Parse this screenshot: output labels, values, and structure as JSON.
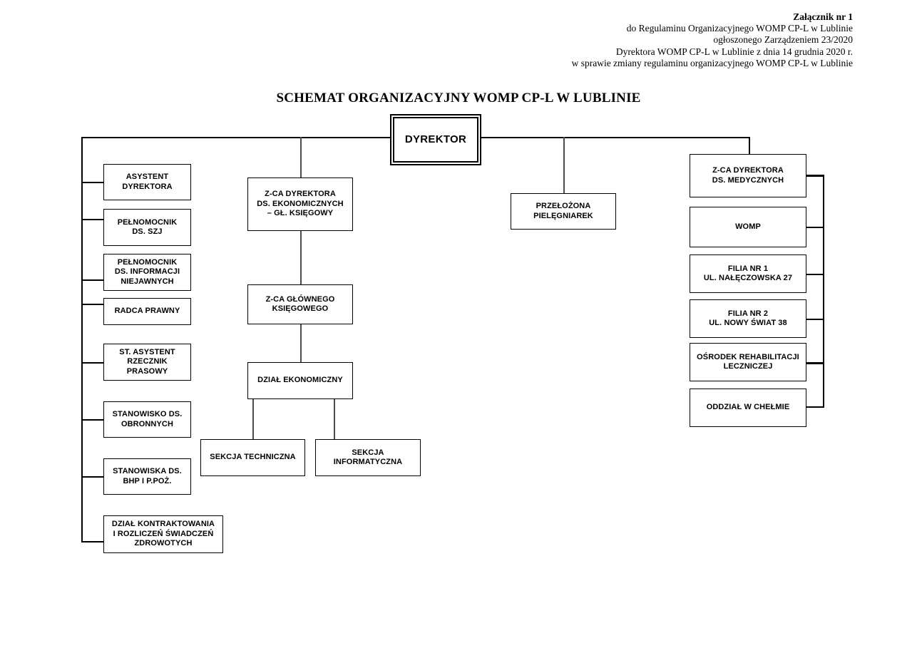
{
  "document": {
    "header_lines": [
      {
        "text": "Załącznik nr 1",
        "bold": true
      },
      {
        "text": "do Regulaminu Organizacyjnego WOMP CP-L w Lublinie",
        "bold": false
      },
      {
        "text": "ogłoszonego Zarządzeniem 23/2020",
        "bold": false
      },
      {
        "text": "Dyrektora WOMP CP-L w Lublinie z dnia 14 grudnia 2020 r.",
        "bold": false
      },
      {
        "text": "w sprawie zmiany regulaminu organizacyjnego WOMP CP-L w Lublinie",
        "bold": false
      }
    ],
    "title": "SCHEMAT ORGANIZACYJNY WOMP CP-L W LUBLINIE"
  },
  "chart_data": {
    "type": "diagram",
    "title": "SCHEMAT ORGANIZACYJNY WOMP CP-L W LUBLINIE",
    "root": "DYREKTOR",
    "nodes": [
      {
        "id": "dyrektor",
        "label": "DYREKTOR",
        "level": 0,
        "column": "center"
      },
      {
        "id": "asystent",
        "label": "ASYSTENT DYREKTORA",
        "lines": [
          "ASYSTENT",
          "DYREKTORA"
        ],
        "level": 1,
        "column": "left",
        "parent": "dyrektor"
      },
      {
        "id": "pelnsz",
        "label": "PEŁNOMOCNIK DS. SZJ",
        "lines": [
          "PEŁNOMOCNIK",
          "DS. SZJ"
        ],
        "level": 1,
        "column": "left",
        "parent": "dyrektor"
      },
      {
        "id": "pelninf",
        "label": "PEŁNOMOCNIK DS. INFORMACJI NIEJAWNYCH",
        "lines": [
          "PEŁNOMOCNIK",
          "DS. INFORMACJI",
          "NIEJAWNYCH"
        ],
        "level": 1,
        "column": "left",
        "parent": "dyrektor"
      },
      {
        "id": "radca",
        "label": "RADCA PRAWNY",
        "lines": [
          "RADCA PRAWNY"
        ],
        "level": 1,
        "column": "left",
        "parent": "dyrektor"
      },
      {
        "id": "rzecznik",
        "label": "ST. ASYSTENT RZECZNIK PRASOWY",
        "lines": [
          "ST. ASYSTENT",
          "RZECZNIK",
          "PRASOWY"
        ],
        "level": 1,
        "column": "left",
        "parent": "dyrektor"
      },
      {
        "id": "obronne",
        "label": "STANOWISKO DS. OBRONNYCH",
        "lines": [
          "STANOWISKO DS.",
          "OBRONNYCH"
        ],
        "level": 1,
        "column": "left",
        "parent": "dyrektor"
      },
      {
        "id": "bhp",
        "label": "STANOWISKA DS. BHP I P.POŻ.",
        "lines": [
          "STANOWISKA DS.",
          "BHP I P.POŻ."
        ],
        "level": 1,
        "column": "left",
        "parent": "dyrektor"
      },
      {
        "id": "kontrakty",
        "label": "DZIAŁ KONTRAKTOWANIA I ROZLICZEŃ ŚWIADCZEŃ ZDROWOTYCH",
        "lines": [
          "DZIAŁ KONTRAKTOWANIA",
          "I ROZLICZEŃ ŚWIADCZEŃ",
          "ZDROWOTYCH"
        ],
        "level": 1,
        "column": "left",
        "parent": "dyrektor"
      },
      {
        "id": "zcaekon",
        "label": "Z-CA DYREKTORA DS. EKONOMICZNYCH – GŁ. KSIĘGOWY",
        "lines": [
          "Z-CA DYREKTORA",
          "DS. EKONOMICZNYCH",
          "– GŁ. KSIĘGOWY"
        ],
        "level": 1,
        "column": "center",
        "parent": "dyrektor"
      },
      {
        "id": "zcaglownego",
        "label": "Z-CA GŁÓWNEGO KSIĘGOWEGO",
        "lines": [
          "Z-CA GŁÓWNEGO",
          "KSIĘGOWEGO"
        ],
        "level": 2,
        "column": "center",
        "parent": "zcaekon"
      },
      {
        "id": "dzialekon",
        "label": "DZIAŁ EKONOMICZNY",
        "lines": [
          "DZIAŁ EKONOMICZNY"
        ],
        "level": 3,
        "column": "center",
        "parent": "zcaglownego"
      },
      {
        "id": "sektech",
        "label": "SEKCJA TECHNICZNA",
        "lines": [
          "SEKCJA TECHNICZNA"
        ],
        "level": 4,
        "column": "center",
        "parent": "dzialekon"
      },
      {
        "id": "sekinf",
        "label": "SEKCJA INFORMATYCZNA",
        "lines": [
          "SEKCJA",
          "INFORMATYCZNA"
        ],
        "level": 4,
        "column": "center",
        "parent": "dzialekon"
      },
      {
        "id": "przelozona",
        "label": "PRZEŁOŻONA PIELĘGNIAREK",
        "lines": [
          "PRZEŁOŻONA",
          "PIELĘGNIAREK"
        ],
        "level": 1,
        "column": "center-right",
        "parent": "dyrektor"
      },
      {
        "id": "zcamed",
        "label": "Z-CA DYREKTORA DS. MEDYCZNYCH",
        "lines": [
          "Z-CA DYREKTORA",
          "DS. MEDYCZNYCH"
        ],
        "level": 1,
        "column": "right",
        "parent": "dyrektor"
      },
      {
        "id": "womp",
        "label": "WOMP",
        "lines": [
          "WOMP"
        ],
        "level": 2,
        "column": "right",
        "parent": "zcamed"
      },
      {
        "id": "filia1",
        "label": "FILIA NR 1 UL. NAŁĘCZOWSKA 27",
        "lines": [
          "FILIA NR 1",
          "UL. NAŁĘCZOWSKA 27"
        ],
        "level": 2,
        "column": "right",
        "parent": "zcamed"
      },
      {
        "id": "filia2",
        "label": "FILIA NR 2 UL. NOWY ŚWIAT 38",
        "lines": [
          "FILIA NR 2",
          "UL. NOWY ŚWIAT 38"
        ],
        "level": 2,
        "column": "right",
        "parent": "zcamed"
      },
      {
        "id": "osrodek",
        "label": "OŚRODEK REHABILITACJI LECZNICZEJ",
        "lines": [
          "OŚRODEK REHABILITACJI",
          "LECZNICZEJ"
        ],
        "level": 2,
        "column": "right",
        "parent": "zcamed"
      },
      {
        "id": "chelm",
        "label": "ODDZIAŁ W CHEŁMIE",
        "lines": [
          "ODDZIAŁ W CHEŁMIE"
        ],
        "level": 2,
        "column": "right",
        "parent": "zcamed"
      }
    ]
  },
  "labels": {
    "dyrektor": "DYREKTOR",
    "asystent_l1": "ASYSTENT",
    "asystent_l2": "DYREKTORA",
    "pelnsz_l1": "PEŁNOMOCNIK",
    "pelnsz_l2": "DS. SZJ",
    "pelninf_l1": "PEŁNOMOCNIK",
    "pelninf_l2": "DS. INFORMACJI",
    "pelninf_l3": "NIEJAWNYCH",
    "radca_l1": "RADCA PRAWNY",
    "rzecznik_l1": "ST. ASYSTENT",
    "rzecznik_l2": "RZECZNIK",
    "rzecznik_l3": "PRASOWY",
    "obronne_l1": "STANOWISKO DS.",
    "obronne_l2": "OBRONNYCH",
    "bhp_l1": "STANOWISKA DS.",
    "bhp_l2": "BHP I P.POŻ.",
    "kontrakty_l1": "DZIAŁ KONTRAKTOWANIA",
    "kontrakty_l2": "I ROZLICZEŃ ŚWIADCZEŃ",
    "kontrakty_l3": "ZDROWOTYCH",
    "zcaekon_l1": "Z-CA DYREKTORA",
    "zcaekon_l2": "DS. EKONOMICZNYCH",
    "zcaekon_l3": "– GŁ. KSIĘGOWY",
    "zcaglownego_l1": "Z-CA GŁÓWNEGO",
    "zcaglownego_l2": "KSIĘGOWEGO",
    "dzialekon_l1": "DZIAŁ EKONOMICZNY",
    "sektech_l1": "SEKCJA TECHNICZNA",
    "sekinf_l1": "SEKCJA",
    "sekinf_l2": "INFORMATYCZNA",
    "przelozona_l1": "PRZEŁOŻONA",
    "przelozona_l2": "PIELĘGNIAREK",
    "zcamed_l1": "Z-CA DYREKTORA",
    "zcamed_l2": "DS. MEDYCZNYCH",
    "womp_l1": "WOMP",
    "filia1_l1": "FILIA NR 1",
    "filia1_l2": "UL. NAŁĘCZOWSKA 27",
    "filia2_l1": "FILIA NR 2",
    "filia2_l2": "UL. NOWY ŚWIAT 38",
    "osrodek_l1": "OŚRODEK REHABILITACJI",
    "osrodek_l2": "LECZNICZEJ",
    "chelm_l1": "ODDZIAŁ W CHEŁMIE"
  },
  "header": {
    "line1": "Załącznik nr 1",
    "line2": "do Regulaminu Organizacyjnego WOMP CP-L w Lublinie",
    "line3": "ogłoszonego Zarządzeniem 23/2020",
    "line4": "Dyrektora WOMP CP-L w Lublinie z dnia 14 grudnia 2020 r.",
    "line5": "w sprawie zmiany regulaminu organizacyjnego WOMP CP-L w Lublinie"
  },
  "colors": {
    "line": "#000000",
    "background": "#ffffff",
    "text": "#000000"
  }
}
